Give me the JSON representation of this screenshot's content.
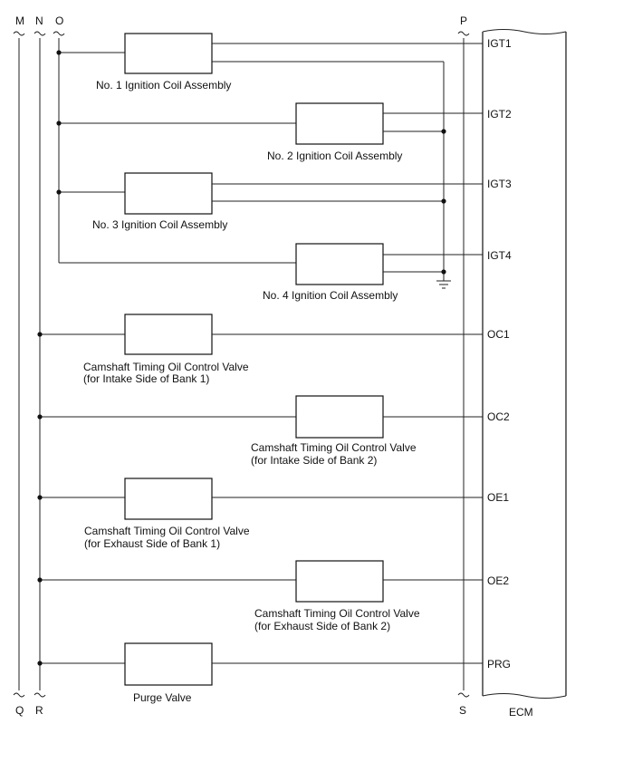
{
  "rails": {
    "m": "M",
    "n": "N",
    "o": "O",
    "p": "P",
    "q": "Q",
    "r": "R",
    "s": "S"
  },
  "ecm_label": "ECM",
  "pins": {
    "igt1": "IGT1",
    "igt2": "IGT2",
    "igt3": "IGT3",
    "igt4": "IGT4",
    "oc1": "OC1",
    "oc2": "OC2",
    "oe1": "OE1",
    "oe2": "OE2",
    "prg": "PRG"
  },
  "components": {
    "coil1": "No. 1 Ignition Coil Assembly",
    "coil2": "No. 2 Ignition Coil Assembly",
    "coil3": "No. 3 Ignition Coil Assembly",
    "coil4": "No. 4 Ignition Coil Assembly",
    "ocv_intake_b1": [
      "Camshaft Timing Oil Control Valve",
      "(for Intake Side of Bank 1)"
    ],
    "ocv_intake_b2": [
      "Camshaft Timing Oil Control Valve",
      "(for Intake Side of Bank 2)"
    ],
    "ocv_exhaust_b1": [
      "Camshaft Timing Oil Control Valve",
      "(for Exhaust Side of Bank 1)"
    ],
    "ocv_exhaust_b2": [
      "Camshaft Timing Oil Control Valve",
      "(for Exhaust Side of Bank 2)"
    ],
    "purge": "Purge Valve"
  }
}
